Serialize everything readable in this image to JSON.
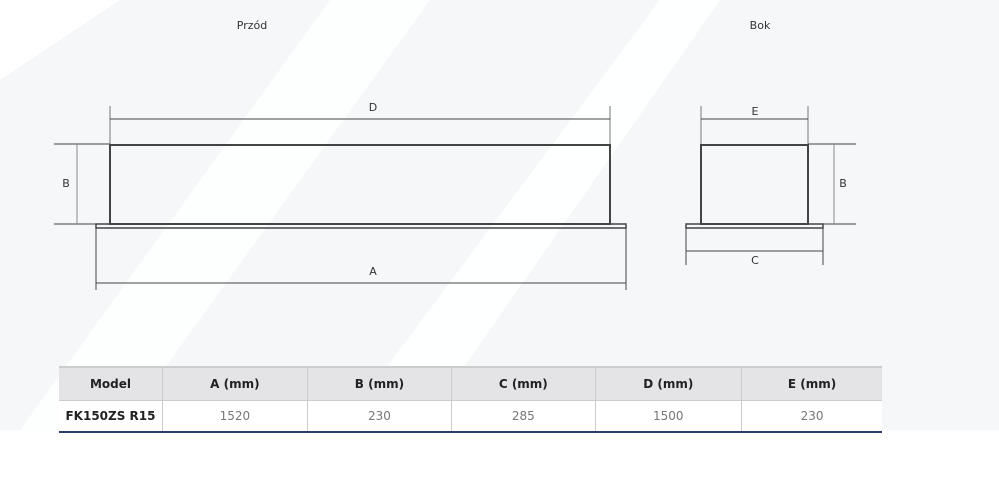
{
  "views": {
    "front": "Przód",
    "side": "Bok"
  },
  "dimension_labels": {
    "front_D": "D",
    "front_B": "B",
    "front_A": "A",
    "side_E": "E",
    "side_B": "B",
    "side_C": "C"
  },
  "table": {
    "headers": [
      "Model",
      "A (mm)",
      "B (mm)",
      "C (mm)",
      "D (mm)",
      "E (mm)"
    ],
    "rows": [
      [
        "FK150ZS R15",
        "1520",
        "230",
        "285",
        "1500",
        "230"
      ]
    ]
  }
}
